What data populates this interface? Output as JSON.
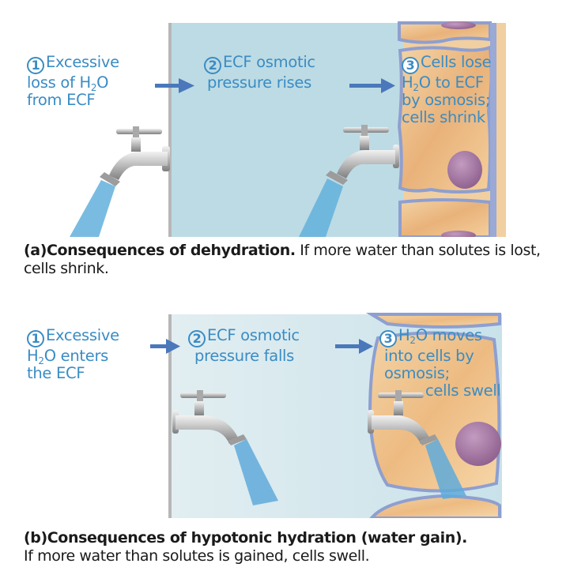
{
  "panels": [
    {
      "id": "a",
      "steps": [
        {
          "number": "1",
          "lines": [
            "Excessive",
            "loss of H|2|O",
            "from ECF"
          ]
        },
        {
          "number": "2",
          "lines": [
            "ECF osmotic",
            "pressure rises"
          ]
        },
        {
          "number": "3",
          "lines": [
            "Cells lose",
            "H|2|O to ECF",
            "by osmosis;",
            "cells shrink"
          ]
        }
      ],
      "caption_title": "(a)Consequences of dehydration.",
      "caption_text": " If more water than solutes is lost, cells shrink."
    },
    {
      "id": "b",
      "steps": [
        {
          "number": "1",
          "lines": [
            "Excessive",
            "H|2|O enters",
            "the ECF"
          ]
        },
        {
          "number": "2",
          "lines": [
            "ECF osmotic",
            "pressure falls"
          ]
        },
        {
          "number": "3",
          "lines": [
            "H|2|O moves",
            "into cells by",
            "osmosis;",
            "cells swell"
          ]
        }
      ],
      "caption_title": "(b)Consequences of hypotonic hydration (water gain).",
      "caption_text": "If more water than solutes is gained, cells swell."
    }
  ],
  "colors": {
    "label_blue": "#3a8cc4",
    "arrow_blue": "#4a78bb",
    "ecf_dehydrated": "#bddbe4",
    "ecf_hydrated": "#d3e6ec",
    "cell_fill": "#f0c48c",
    "membrane": "#8e9fd0",
    "nucleus": "#a77aa6"
  },
  "icons": [
    "faucet-icon",
    "water-stream-icon",
    "arrow-right-icon"
  ]
}
